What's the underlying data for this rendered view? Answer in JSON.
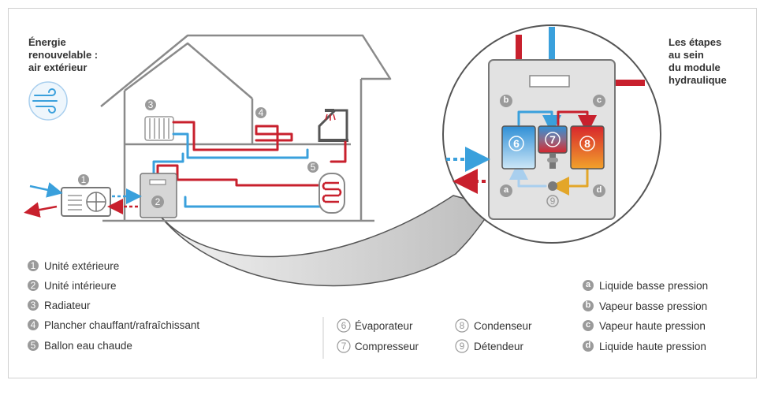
{
  "labels": {
    "energy_line1": "Énergie",
    "energy_line2": "renouvelable :",
    "energy_line3": "air extérieur",
    "stages_line1": "Les étapes",
    "stages_line2": "au sein",
    "stages_line3": "du module",
    "stages_line4": "hydraulique"
  },
  "markers": {
    "m1": "1",
    "m2": "2",
    "m3": "3",
    "m4": "4",
    "m5": "5",
    "m6": "6",
    "m7": "7",
    "m8": "8",
    "m9": "9",
    "ma": "a",
    "mb": "b",
    "mc": "c",
    "md": "d"
  },
  "legend_units": [
    {
      "num": "1",
      "text": "Unité extérieure"
    },
    {
      "num": "2",
      "text": "Unité intérieure"
    },
    {
      "num": "3",
      "text": "Radiateur"
    },
    {
      "num": "4",
      "text": "Plancher chauffant/rafraîchissant"
    },
    {
      "num": "5",
      "text": "Ballon eau chaude"
    }
  ],
  "legend_components": [
    {
      "num": "6",
      "text": "Évaporateur"
    },
    {
      "num": "7",
      "text": "Compresseur"
    },
    {
      "num": "8",
      "text": "Condenseur"
    },
    {
      "num": "9",
      "text": "Détendeur"
    }
  ],
  "legend_states": [
    {
      "letter": "a",
      "text": "Liquide basse pression"
    },
    {
      "letter": "b",
      "text": "Vapeur basse pression"
    },
    {
      "letter": "c",
      "text": "Vapeur haute pression"
    },
    {
      "letter": "d",
      "text": "Liquide haute pression"
    }
  ],
  "colors": {
    "red": "#c8202d",
    "blue": "#3aa0dc",
    "dark_grey": "#7a7a7a",
    "light_grey": "#bdbdbd",
    "house_line": "#8a8a8a",
    "text": "#333333"
  }
}
